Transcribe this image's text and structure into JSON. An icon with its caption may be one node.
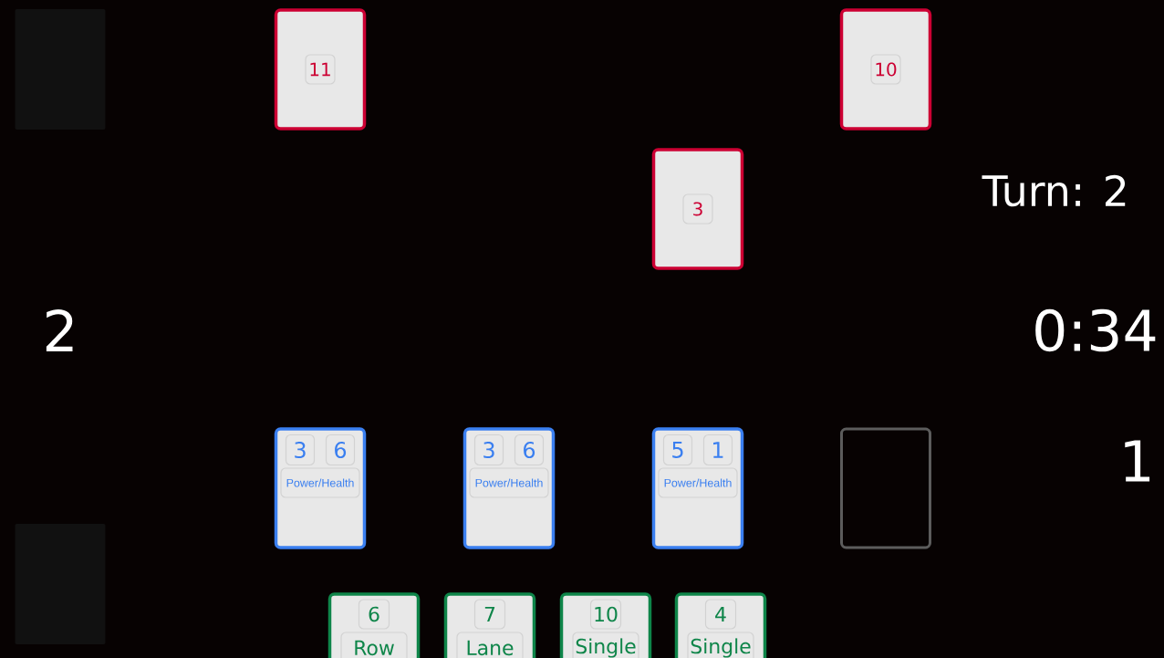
{
  "diagram": {
    "nodes": [
      {
        "text": [],
        "shape": "box"
      },
      {
        "text": [],
        "shape": "box"
      },
      {
        "text": [
          "11"
        ],
        "in": 1
      },
      {
        "text": [],
        "shape": "box"
      },
      {
        "text": [
          "10"
        ],
        "in": 3
      },
      {
        "text": [],
        "shape": "box"
      },
      {
        "text": [
          "3"
        ],
        "in": 5
      },
      {
        "text": [],
        "shape": "box"
      },
      {
        "text": [
          "3"
        ],
        "in": 7
      },
      {
        "text": [
          "6"
        ],
        "in": 7
      },
      {
        "text": [
          "Power/Health"
        ],
        "in": 7
      },
      {
        "text": [],
        "shape": "box"
      },
      {
        "text": [
          "3"
        ],
        "in": 11
      },
      {
        "text": [
          "6"
        ],
        "in": 11
      },
      {
        "text": [
          "Power/Health"
        ],
        "in": 11
      },
      {
        "text": [],
        "shape": "box"
      },
      {
        "text": [
          "5"
        ],
        "in": 15
      },
      {
        "text": [
          "1"
        ],
        "in": 15
      },
      {
        "text": [
          "Power/Health"
        ],
        "in": 15
      },
      {
        "text": [],
        "shape": "box"
      },
      {
        "text": [],
        "shape": "box"
      },
      {
        "text": [],
        "shape": "box"
      },
      {
        "text": [
          "6"
        ],
        "in": 21
      },
      {
        "text": [
          "Row"
        ],
        "in": 21
      },
      {
        "text": [],
        "shape": "box"
      },
      {
        "text": [
          "7"
        ],
        "in": 24
      },
      {
        "text": [
          "Lane"
        ],
        "in": 24
      },
      {
        "text": [],
        "shape": "box"
      },
      {
        "text": [
          "10"
        ],
        "in": 27
      },
      {
        "text": [
          "Single"
        ],
        "in": 27
      },
      {
        "text": [],
        "shape": "box"
      },
      {
        "text": [
          "4"
        ],
        "in": 30
      },
      {
        "text": [
          "Single"
        ],
        "in": 30
      }
    ],
    "edges": [],
    "labels": [
      "Turn: 2",
      "2",
      "0:34",
      "1"
    ]
  }
}
